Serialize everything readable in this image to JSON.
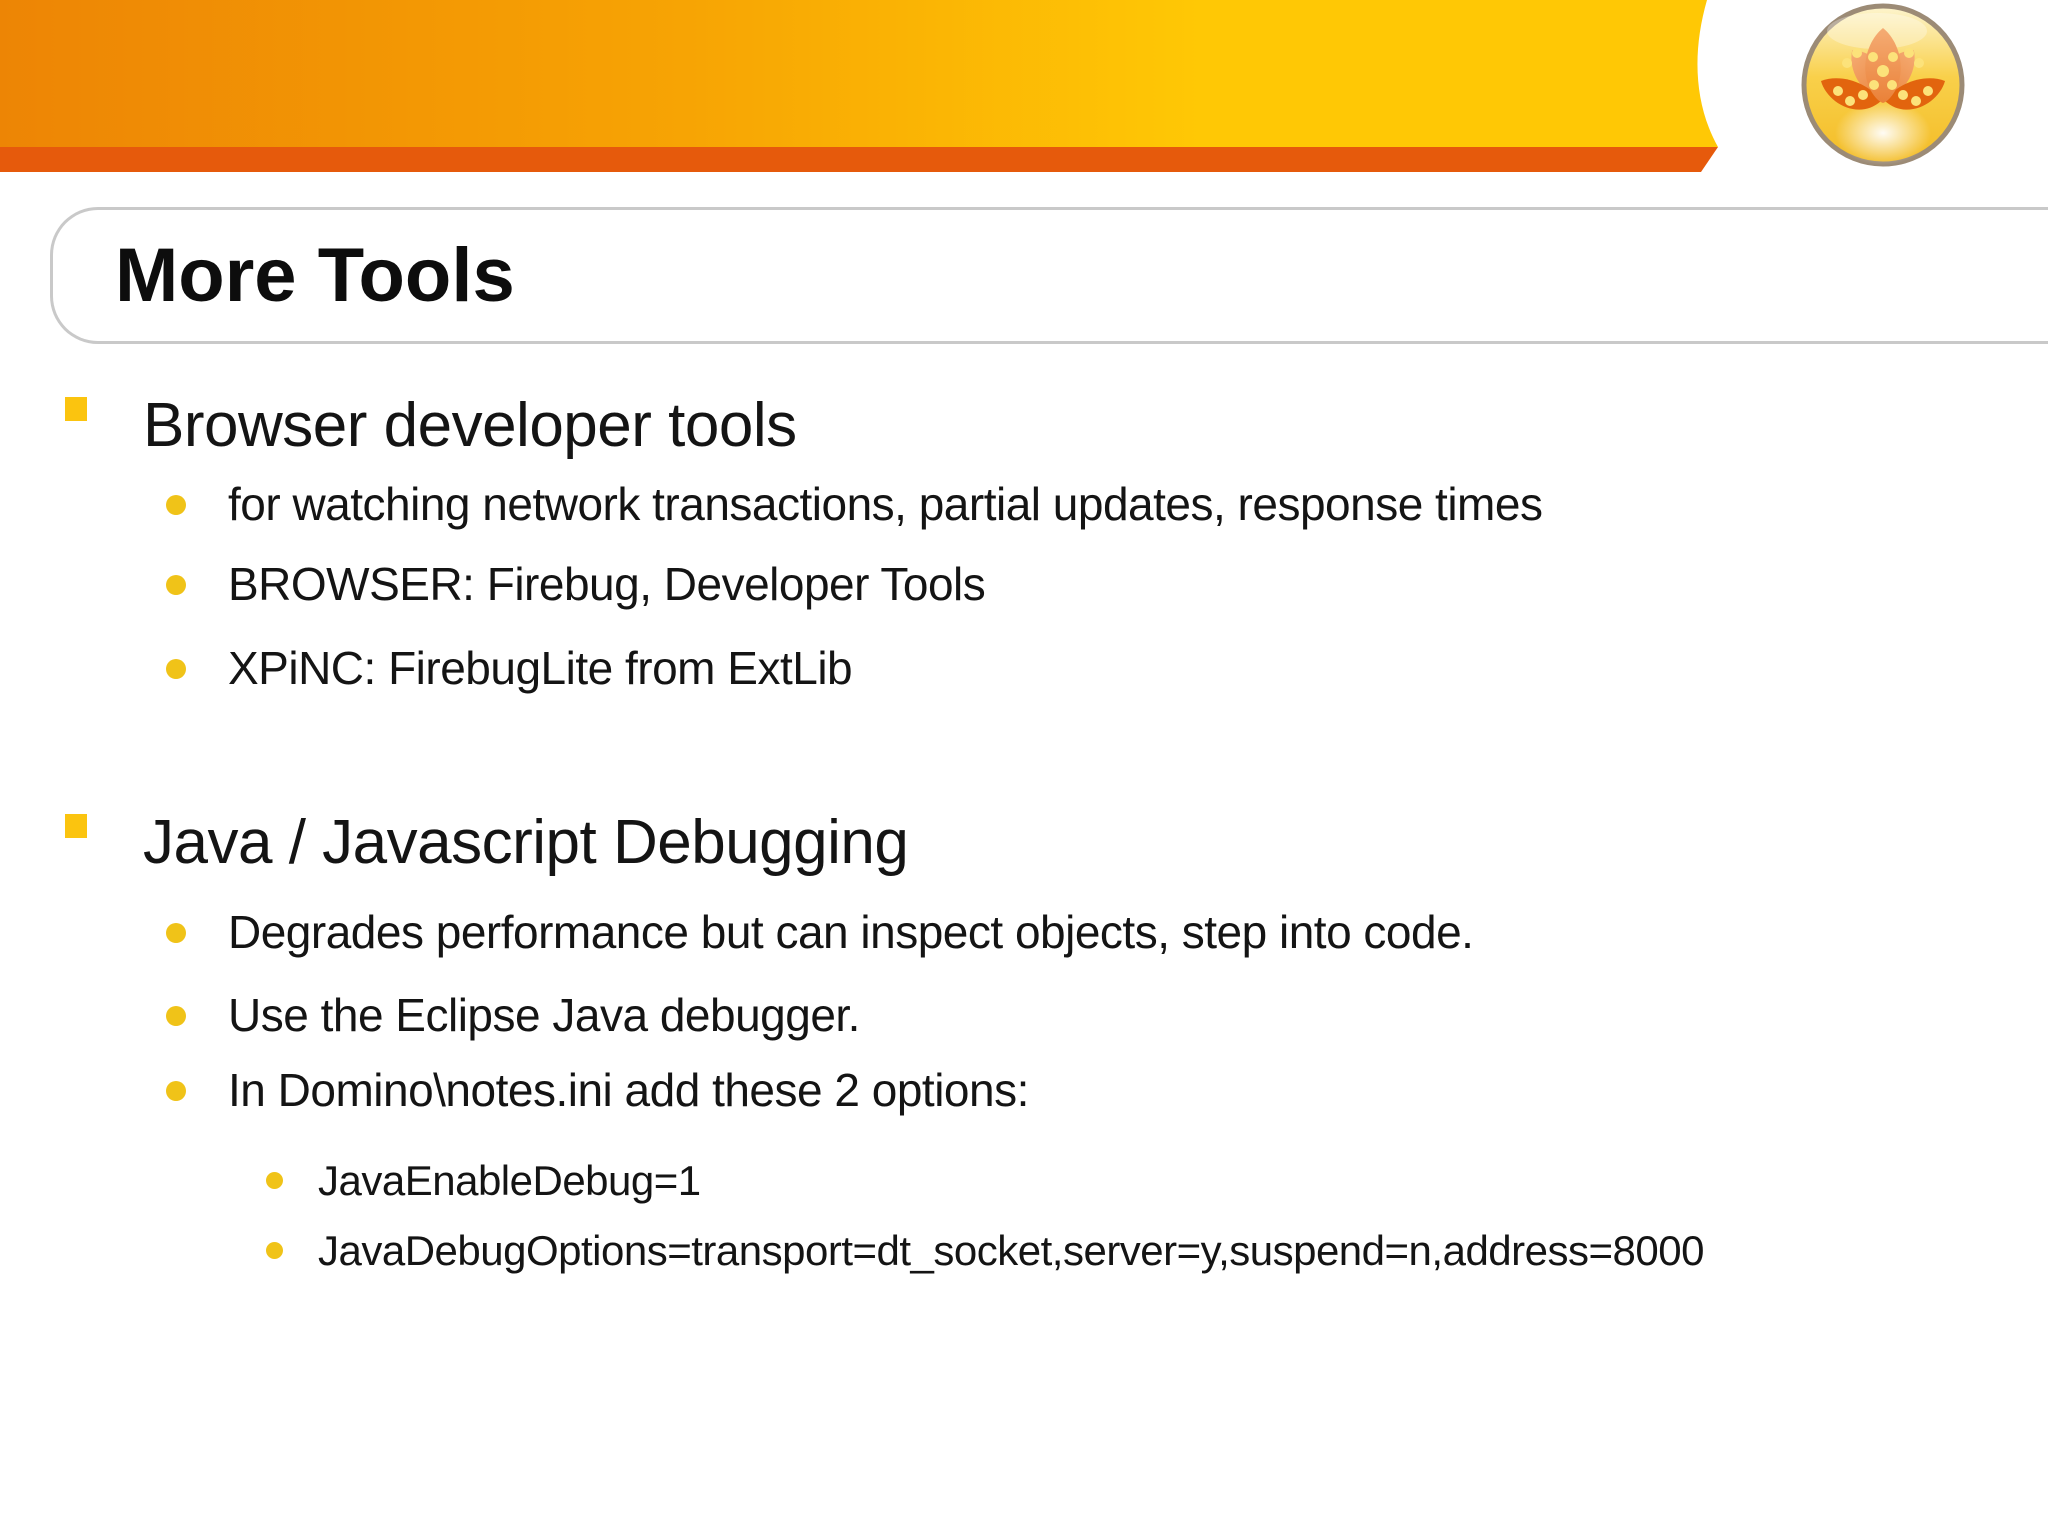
{
  "slide": {
    "title": "More Tools",
    "sections": [
      {
        "heading": "Browser developer tools",
        "items": [
          "for watching network transactions, partial updates, response times",
          "BROWSER: Firebug, Developer Tools",
          "XPiNC: FirebugLite from ExtLib"
        ],
        "subitems": []
      },
      {
        "heading": "Java / Javascript Debugging",
        "items": [
          "Degrades performance but can inspect objects, step into code.",
          "Use the Eclipse Java debugger.",
          "In Domino\\notes.ini add these 2 options:"
        ],
        "subitems": [
          "JavaEnableDebug=1",
          "JavaDebugOptions=transport=dt_socket,server=y,suspend=n,address=8000"
        ]
      }
    ],
    "icons": {
      "logo": "lotus-flower-logo",
      "level1_bullet": "gold-square-bullet",
      "level2_bullet": "gold-dot-bullet"
    },
    "colors": {
      "banner_gradient_left": "#ED8505",
      "banner_gradient_right": "#FFC805",
      "banner_strip": "#E65A0C",
      "title_box_border": "#C9C9C9",
      "bullet_gold": "#F0C318",
      "text": "#141414",
      "logo_ring": "#9C8B76",
      "logo_petal": "#EF9152",
      "logo_leaf": "#E2640E",
      "logo_dots": "#FCE27A"
    }
  }
}
